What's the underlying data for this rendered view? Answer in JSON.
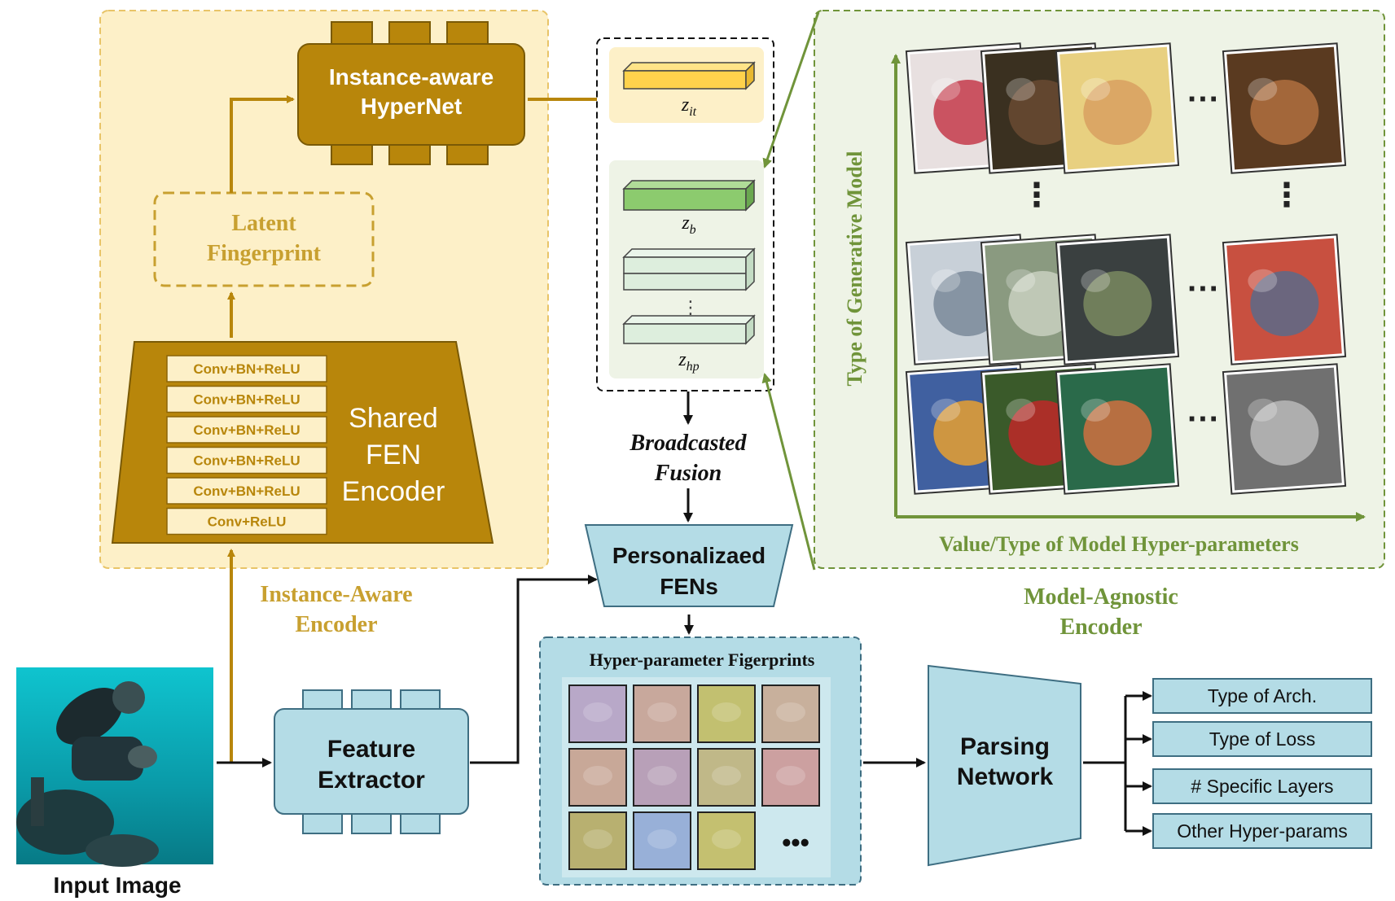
{
  "colors": {
    "gold": "#B8860B",
    "gold_dark": "#8C6508",
    "gold_text": "#C8A030",
    "gold_bg": "#FDF0C8",
    "green": "#70943A",
    "green_bg": "#EEF3E6",
    "light_blue": "#B4DCE6",
    "blue_stroke": "#3E6E82",
    "z_yellow": "#FFD24C",
    "z_green": "#8CCB6E",
    "z_pale": "#DDEEDD"
  },
  "instance_encoder": {
    "hypernet_label_1": "Instance-aware",
    "hypernet_label_2": "HyperNet",
    "latent_label_1": "Latent",
    "latent_label_2": "Fingerprint",
    "layers": [
      "Conv+BN+ReLU",
      "Conv+BN+ReLU",
      "Conv+BN+ReLU",
      "Conv+BN+ReLU",
      "Conv+BN+ReLU",
      "Conv+ReLU"
    ],
    "shared_fen_1": "Shared",
    "shared_fen_2": "FEN",
    "shared_fen_3": "Encoder",
    "title_1": "Instance-Aware",
    "title_2": "Encoder"
  },
  "latent_codes": {
    "z_it_base": "z",
    "z_it_sub": "it",
    "z_b_base": "z",
    "z_b_sub": "b",
    "z_hp_base": "z",
    "z_hp_sub": "hp",
    "vdots": "⋮"
  },
  "fusion": {
    "label_1": "Broadcasted",
    "label_2": "Fusion",
    "personalized_1": "Personalizaed",
    "personalized_2": "FENs"
  },
  "model_agnostic": {
    "y_axis": "Type of Generative Model",
    "x_axis": "Value/Type of Model Hyper-parameters",
    "title_1": "Model-Agnostic",
    "title_2": "Encoder",
    "hdots": "···",
    "vdots": "⋮"
  },
  "input": {
    "label": "Input Image"
  },
  "feature_extractor": {
    "label_1": "Feature",
    "label_2": "Extractor"
  },
  "fingerprints": {
    "title": "Hyper-parameter Figerprints",
    "dots": "•••",
    "tile_colors": [
      "#B8A8C8",
      "#C8A89C",
      "#C2C070",
      "#C8B09C",
      "#C8A898",
      "#B8A0B8",
      "#C0B888",
      "#CCA0A0",
      "#B8B070",
      "#98B0D8",
      "#C4C070"
    ]
  },
  "parsing": {
    "label_1": "Parsing",
    "label_2": "Network",
    "outputs": [
      "Type of Arch.",
      "Type of Loss",
      "# Specific Layers",
      "Other Hyper-params"
    ]
  }
}
